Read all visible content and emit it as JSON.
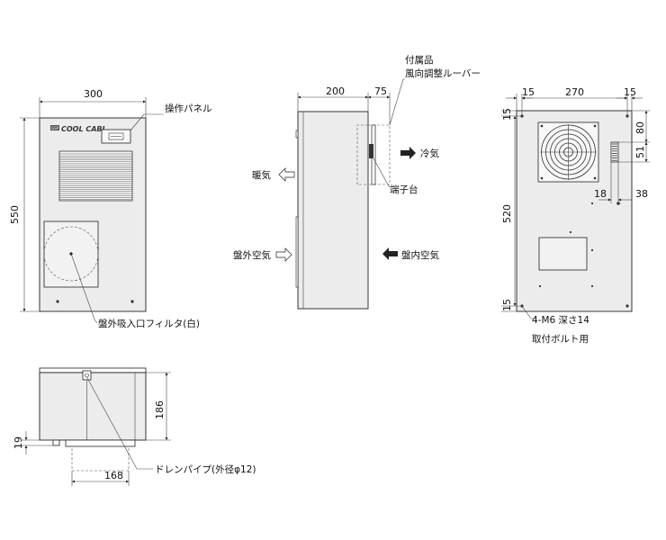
{
  "brand": {
    "logo_text": "COOL CABI",
    "badge": "GSP"
  },
  "front_view": {
    "width_dim": "300",
    "height_dim": "550",
    "panel_label": "操作パネル",
    "filter_label": "盤外吸入口フィルタ(白)"
  },
  "side_view": {
    "depth_dim": "200",
    "protrusion_dim": "75",
    "accessory_line1": "付属品",
    "accessory_line2": "風向調整ルーバー",
    "cold_air": "冷気",
    "warm_air": "暖気",
    "outside_air": "盤外空気",
    "inside_air": "盤内空気",
    "terminal": "端子台"
  },
  "mount_view": {
    "top_left_dim": "15",
    "top_mid_dim": "270",
    "top_right_dim": "15",
    "left_top_dim": "15",
    "left_mid_dim": "520",
    "left_bottom_dim": "15",
    "right_upper_dim": "80",
    "right_lower_dim": "51",
    "small_left_dim": "18",
    "small_right_dim": "38",
    "bolt_spec": "4-M6 深さ14",
    "bolt_note": "取付ボルト用"
  },
  "bottom_view": {
    "height_dim": "186",
    "drain_offset_dim": "19",
    "drain_width_dim": "168",
    "drain_label": "ドレンパイプ(外径φ12)"
  }
}
